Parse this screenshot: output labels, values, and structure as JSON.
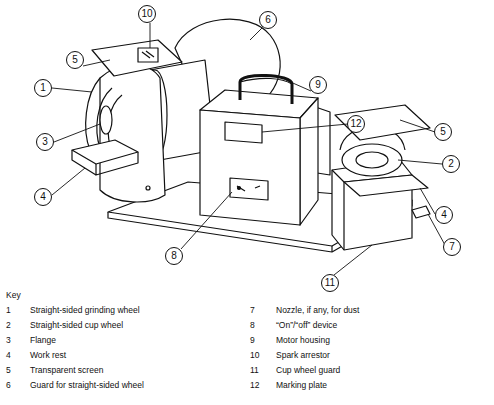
{
  "diagram": {
    "nodes": [
      {
        "text": [
          "10"
        ]
      },
      {
        "text": [
          "5"
        ]
      },
      {
        "text": [
          "6"
        ]
      },
      {
        "text": [
          "1"
        ]
      },
      {
        "text": [
          "9"
        ]
      },
      {
        "text": [
          "12"
        ]
      },
      {
        "text": [
          "3"
        ]
      },
      {
        "text": [
          "5"
        ]
      },
      {
        "text": [
          "2"
        ]
      },
      {
        "text": [
          "4"
        ]
      },
      {
        "text": [
          "4"
        ]
      },
      {
        "text": [
          "8"
        ]
      },
      {
        "text": [
          "7"
        ]
      },
      {
        "text": [
          "11"
        ]
      }
    ],
    "labels": [
      "Key",
      "1",
      "Straight-sided grinding wheel",
      "2",
      "Straight-sided cup wheel",
      "3",
      "Flange",
      "4",
      "Work rest",
      "5",
      "Transparent screen",
      "6",
      "Guard for straight-sided wheel",
      "7",
      "Nozzle, if any, for dust",
      "8",
      "“On”/“off” device",
      "9",
      "Motor housing",
      "10",
      "Spark arrestor",
      "11",
      "Cup wheel guard",
      "12",
      "Marking plate"
    ]
  }
}
